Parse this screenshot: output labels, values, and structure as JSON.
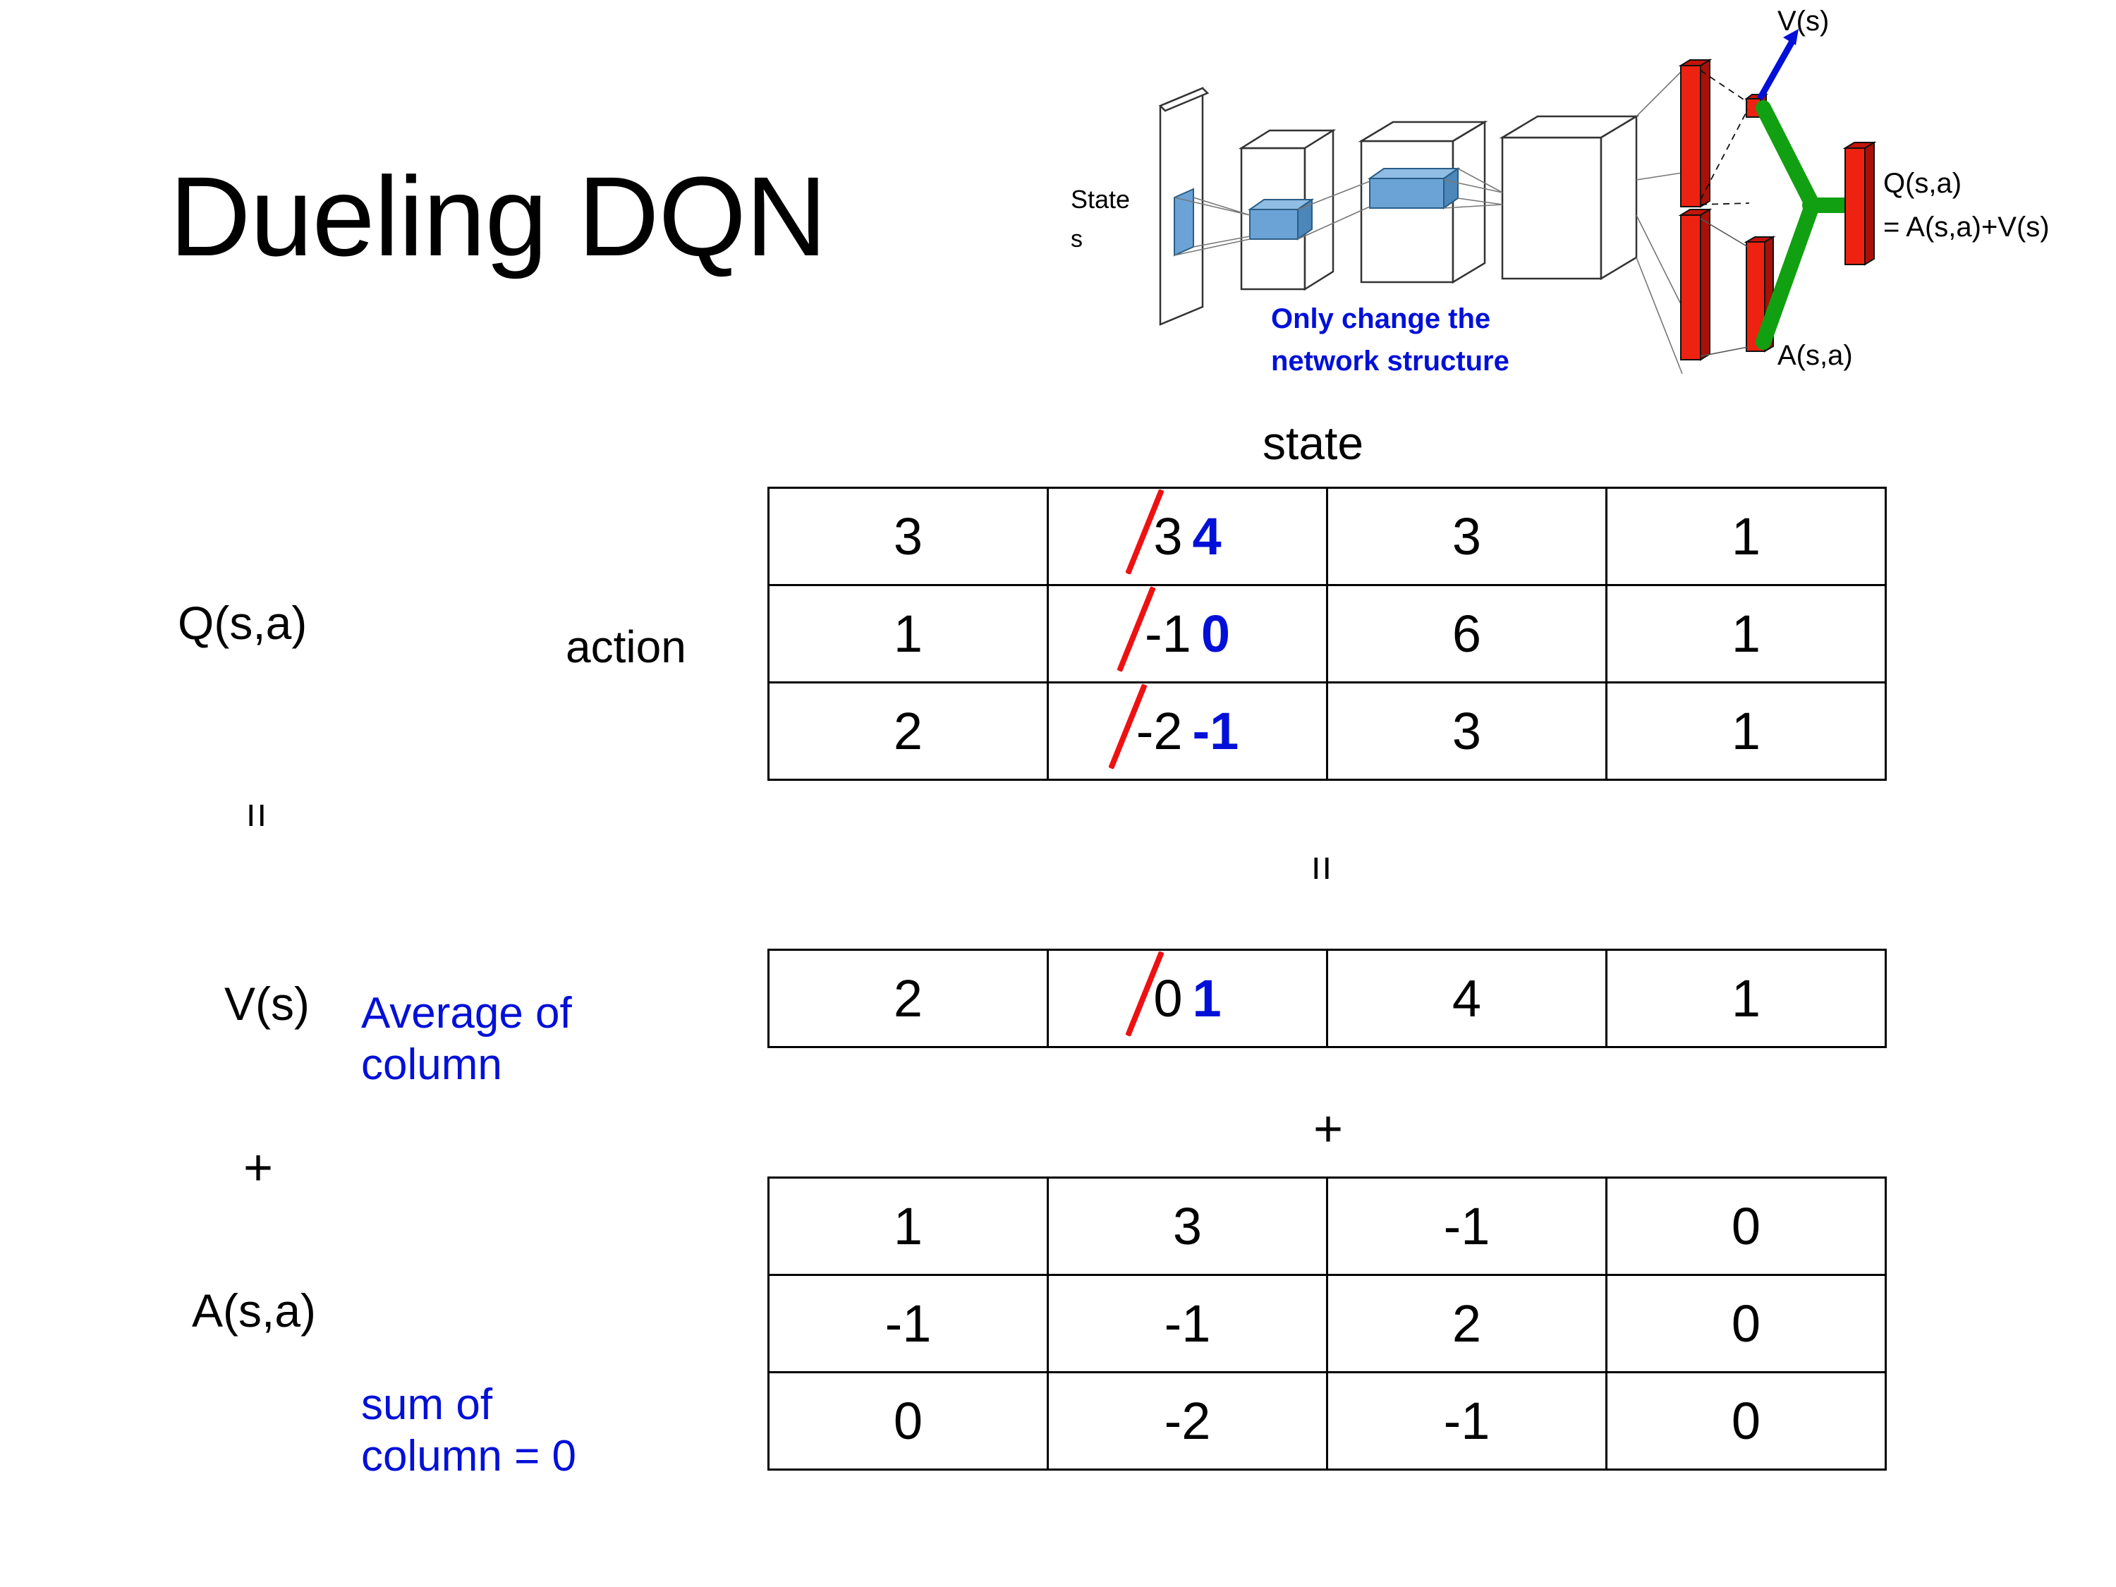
{
  "title": "Dueling DQN",
  "diagram": {
    "state_label_line1": "State",
    "state_label_line2": "s",
    "note_line1": "Only change the",
    "note_line2": "network structure",
    "v_output": "V(s)",
    "a_output": "A(s,a)",
    "q_output_line1": "Q(s,a)",
    "q_output_line2": "= A(s,a)+V(s)",
    "colors": {
      "note_blue": "#0010d8",
      "bar_red": "#ee2211",
      "bar_blue": "#6ba3d6",
      "combine_green": "#11a011",
      "v_arrow_blue": "#0010d8"
    }
  },
  "axes": {
    "state_label": "state",
    "action_label": "action"
  },
  "labels": {
    "q": "Q(s,a)",
    "v": "V(s)",
    "a": "A(s,a)",
    "equals": "=",
    "plus": "+"
  },
  "notes": {
    "average_of_column": "Average of\ncolumn",
    "sum_of_column": "sum of\ncolumn = 0",
    "color": "#0010d8"
  },
  "chart_data": {
    "type": "table",
    "title": "Dueling DQN",
    "xlabel": "state",
    "ylabel": "action",
    "tables": [
      {
        "name": "Q(s,a)",
        "rows": [
          [
            {
              "value": "3"
            },
            {
              "value": "3",
              "struck": true,
              "new_value": "4"
            },
            {
              "value": "3"
            },
            {
              "value": "1"
            }
          ],
          [
            {
              "value": "1"
            },
            {
              "value": "-1",
              "struck": true,
              "new_value": "0"
            },
            {
              "value": "6"
            },
            {
              "value": "1"
            }
          ],
          [
            {
              "value": "2"
            },
            {
              "value": "-2",
              "struck": true,
              "new_value": "-1"
            },
            {
              "value": "3"
            },
            {
              "value": "1"
            }
          ]
        ]
      },
      {
        "name": "V(s)",
        "rows": [
          [
            {
              "value": "2"
            },
            {
              "value": "0",
              "struck": true,
              "new_value": "1"
            },
            {
              "value": "4"
            },
            {
              "value": "1"
            }
          ]
        ]
      },
      {
        "name": "A(s,a)",
        "rows": [
          [
            {
              "value": "1"
            },
            {
              "value": "3"
            },
            {
              "value": "-1"
            },
            {
              "value": "0"
            }
          ],
          [
            {
              "value": "-1"
            },
            {
              "value": "-1"
            },
            {
              "value": "2"
            },
            {
              "value": "0"
            }
          ],
          [
            {
              "value": "0"
            },
            {
              "value": "-2"
            },
            {
              "value": "-1"
            },
            {
              "value": "0"
            }
          ]
        ]
      }
    ],
    "relation": "Q(s,a) = V(s) + A(s,a)",
    "strike_color": "#ee1111",
    "new_value_color": "#0010d8"
  }
}
